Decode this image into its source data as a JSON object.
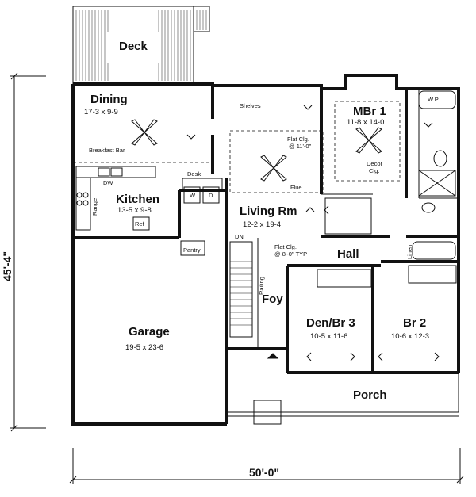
{
  "rooms": {
    "deck": {
      "name": "Deck"
    },
    "dining": {
      "name": "Dining",
      "dims": "17-3 x 9-9"
    },
    "kitchen": {
      "name": "Kitchen",
      "dims": "13-5 x 9-8"
    },
    "living": {
      "name": "Living Rm",
      "dims": "12-2 x 19-4"
    },
    "mbr": {
      "name": "MBr 1",
      "dims": "11-8 x 14-0"
    },
    "hall": {
      "name": "Hall"
    },
    "foy": {
      "name": "Foy"
    },
    "den": {
      "name": "Den/Br 3",
      "dims": "10-5 x 11-6"
    },
    "br2": {
      "name": "Br 2",
      "dims": "10-6 x 12-3"
    },
    "garage": {
      "name": "Garage",
      "dims": "19-5 x 23-6"
    },
    "porch": {
      "name": "Porch"
    }
  },
  "notes": {
    "shelves": "Shelves",
    "breakfast_bar": "Breakfast Bar",
    "desk": "Desk",
    "dw": "DW",
    "range": "Range",
    "ref": "Ref",
    "pantry": "Pantry",
    "flat_clg_1": "Flat Clg.",
    "flat_clg_1_height": "@ 11'-0\"",
    "flue": "Flue",
    "decor_clg_1": "Decor",
    "decor_clg_2": "Clg.",
    "flat_clg_2": "Flat Clg.",
    "flat_clg_2_height": "@ 8'-0\" TYP",
    "dn": "DN",
    "railing": "Railing",
    "linen": "Linen",
    "wp": "W.P.",
    "w": "W",
    "d": "D"
  },
  "dimensions": {
    "depth": "45'-4\"",
    "width": "50'-0\""
  }
}
